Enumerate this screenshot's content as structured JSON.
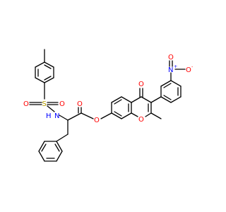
{
  "structure": {
    "atoms": {
      "sulfonyl_s": {
        "text": "S",
        "color": "#b8a000"
      },
      "sulfonyl_o_top": {
        "text": "O",
        "color": "#ff0000"
      },
      "sulfonyl_o_left": {
        "text": "O",
        "color": "#ff0000"
      },
      "amine_n": {
        "text": "N",
        "color": "#0000ff"
      },
      "amine_h": {
        "text": "H",
        "color": "#0000ff"
      },
      "carbonyl_o": {
        "text": "O",
        "color": "#ff0000"
      },
      "ester_o": {
        "text": "O",
        "color": "#ff0000"
      },
      "ring_o": {
        "text": "O",
        "color": "#ff0000"
      },
      "ketone_o": {
        "text": "O",
        "color": "#ff0000"
      },
      "nitro_n": {
        "text": "N",
        "color": "#0000ff"
      },
      "nitro_n_charge": {
        "text": "+",
        "color": "#0000ff"
      },
      "nitro_o_top": {
        "text": "O",
        "color": "#ff0000"
      },
      "nitro_o_right": {
        "text": "O",
        "color": "#ff0000"
      },
      "nitro_o_charge": {
        "text": "-",
        "color": "#ff0000"
      }
    }
  }
}
